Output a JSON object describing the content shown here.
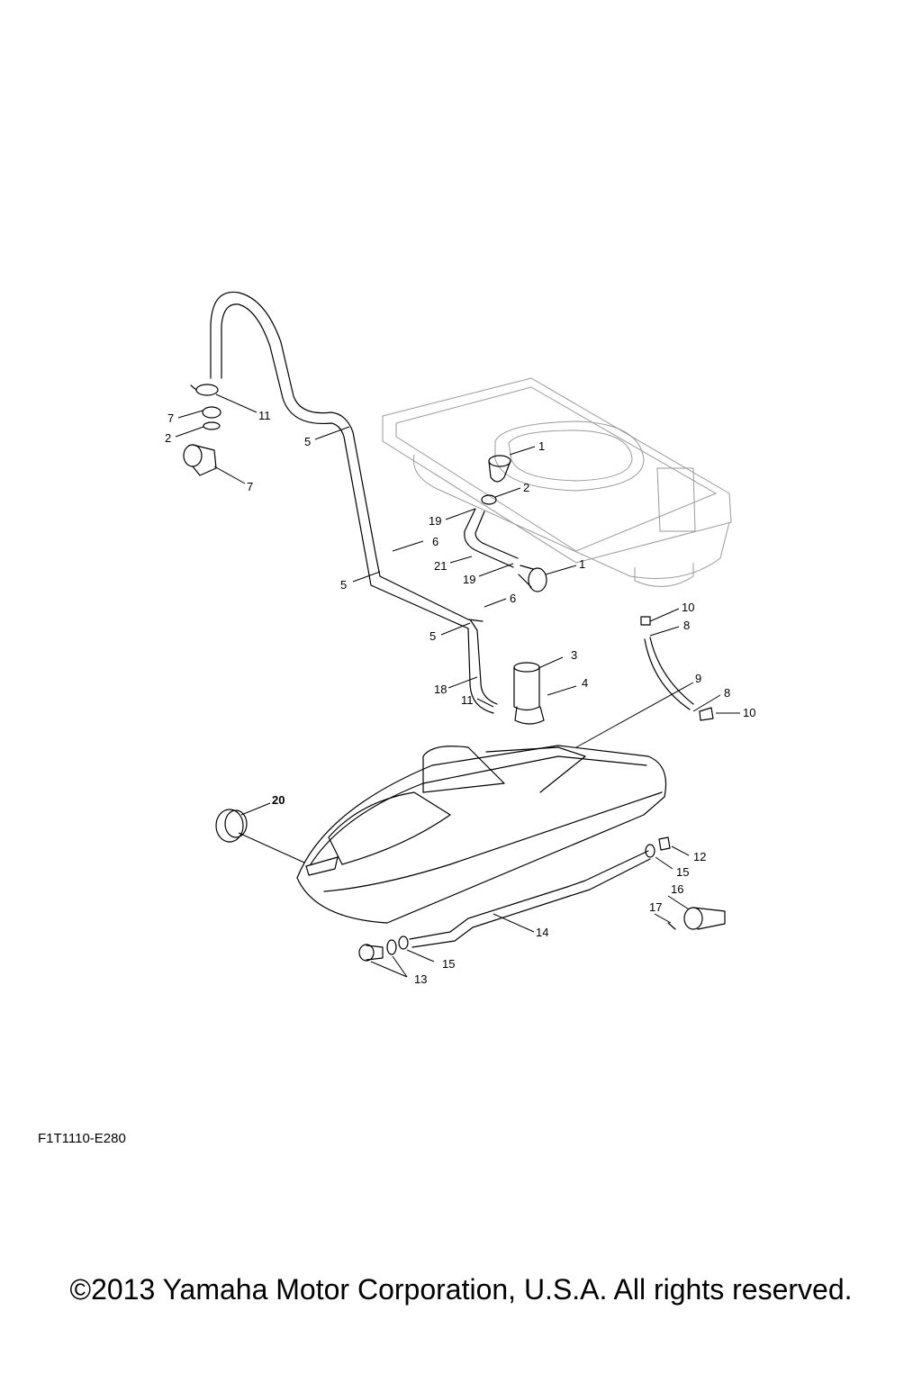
{
  "diagram": {
    "callouts": [
      {
        "id": "c11a",
        "label": "11"
      },
      {
        "id": "c7a",
        "label": "7"
      },
      {
        "id": "c2a",
        "label": "2"
      },
      {
        "id": "c7b",
        "label": "7"
      },
      {
        "id": "c5a",
        "label": "5"
      },
      {
        "id": "c1a",
        "label": "1"
      },
      {
        "id": "c2b",
        "label": "2"
      },
      {
        "id": "c19a",
        "label": "19"
      },
      {
        "id": "c6a",
        "label": "6"
      },
      {
        "id": "c21",
        "label": "21"
      },
      {
        "id": "c19b",
        "label": "19"
      },
      {
        "id": "c1b",
        "label": "1"
      },
      {
        "id": "c5b",
        "label": "5"
      },
      {
        "id": "c6b",
        "label": "6"
      },
      {
        "id": "c5c",
        "label": "5"
      },
      {
        "id": "c10a",
        "label": "10"
      },
      {
        "id": "c8a",
        "label": "8"
      },
      {
        "id": "c3",
        "label": "3"
      },
      {
        "id": "c4",
        "label": "4"
      },
      {
        "id": "c18",
        "label": "18"
      },
      {
        "id": "c11b",
        "label": "11"
      },
      {
        "id": "c9",
        "label": "9"
      },
      {
        "id": "c8b",
        "label": "8"
      },
      {
        "id": "c10b",
        "label": "10"
      },
      {
        "id": "c20",
        "label": "20"
      },
      {
        "id": "c12",
        "label": "12"
      },
      {
        "id": "c15a",
        "label": "15"
      },
      {
        "id": "c16",
        "label": "16"
      },
      {
        "id": "c17",
        "label": "17"
      },
      {
        "id": "c14",
        "label": "14"
      },
      {
        "id": "c15b",
        "label": "15"
      },
      {
        "id": "c13",
        "label": "13"
      }
    ]
  },
  "footer": {
    "doc_code": "F1T1110-E280",
    "copyright": "©2013 Yamaha Motor Corporation, U.S.A. All rights reserved."
  }
}
